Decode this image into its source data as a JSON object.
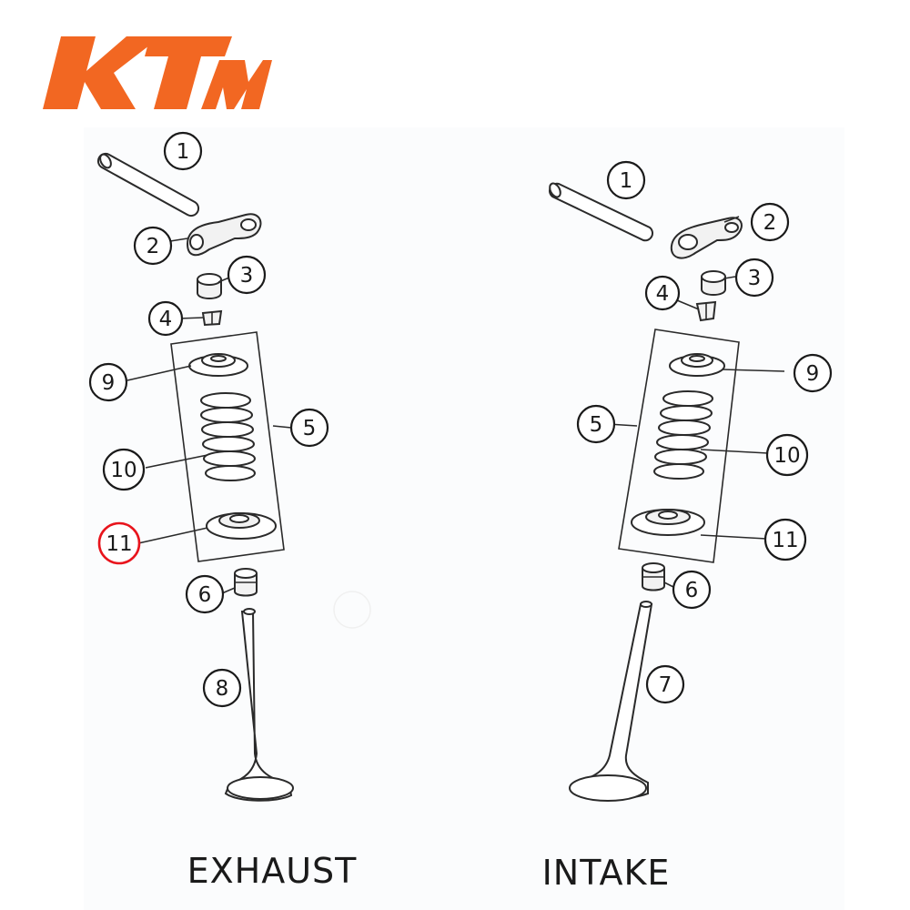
{
  "brand": {
    "logo_text": "KTM",
    "logo_color": "#f26722",
    "icon": "ktm-logo"
  },
  "diagram": {
    "highlight_color": "#e8141c",
    "highlighted_callout": "11",
    "sides": {
      "exhaust": {
        "caption": "EXHAUST",
        "callouts": {
          "c1": "1",
          "c2": "2",
          "c3": "3",
          "c4": "4",
          "c5": "5",
          "c6": "6",
          "c8": "8",
          "c9": "9",
          "c10": "10",
          "c11": "11"
        }
      },
      "intake": {
        "caption": "INTAKE",
        "callouts": {
          "c1": "1",
          "c2": "2",
          "c3": "3",
          "c4": "4",
          "c5": "5",
          "c6": "6",
          "c7": "7",
          "c9": "9",
          "c10": "10",
          "c11": "11"
        }
      }
    }
  }
}
